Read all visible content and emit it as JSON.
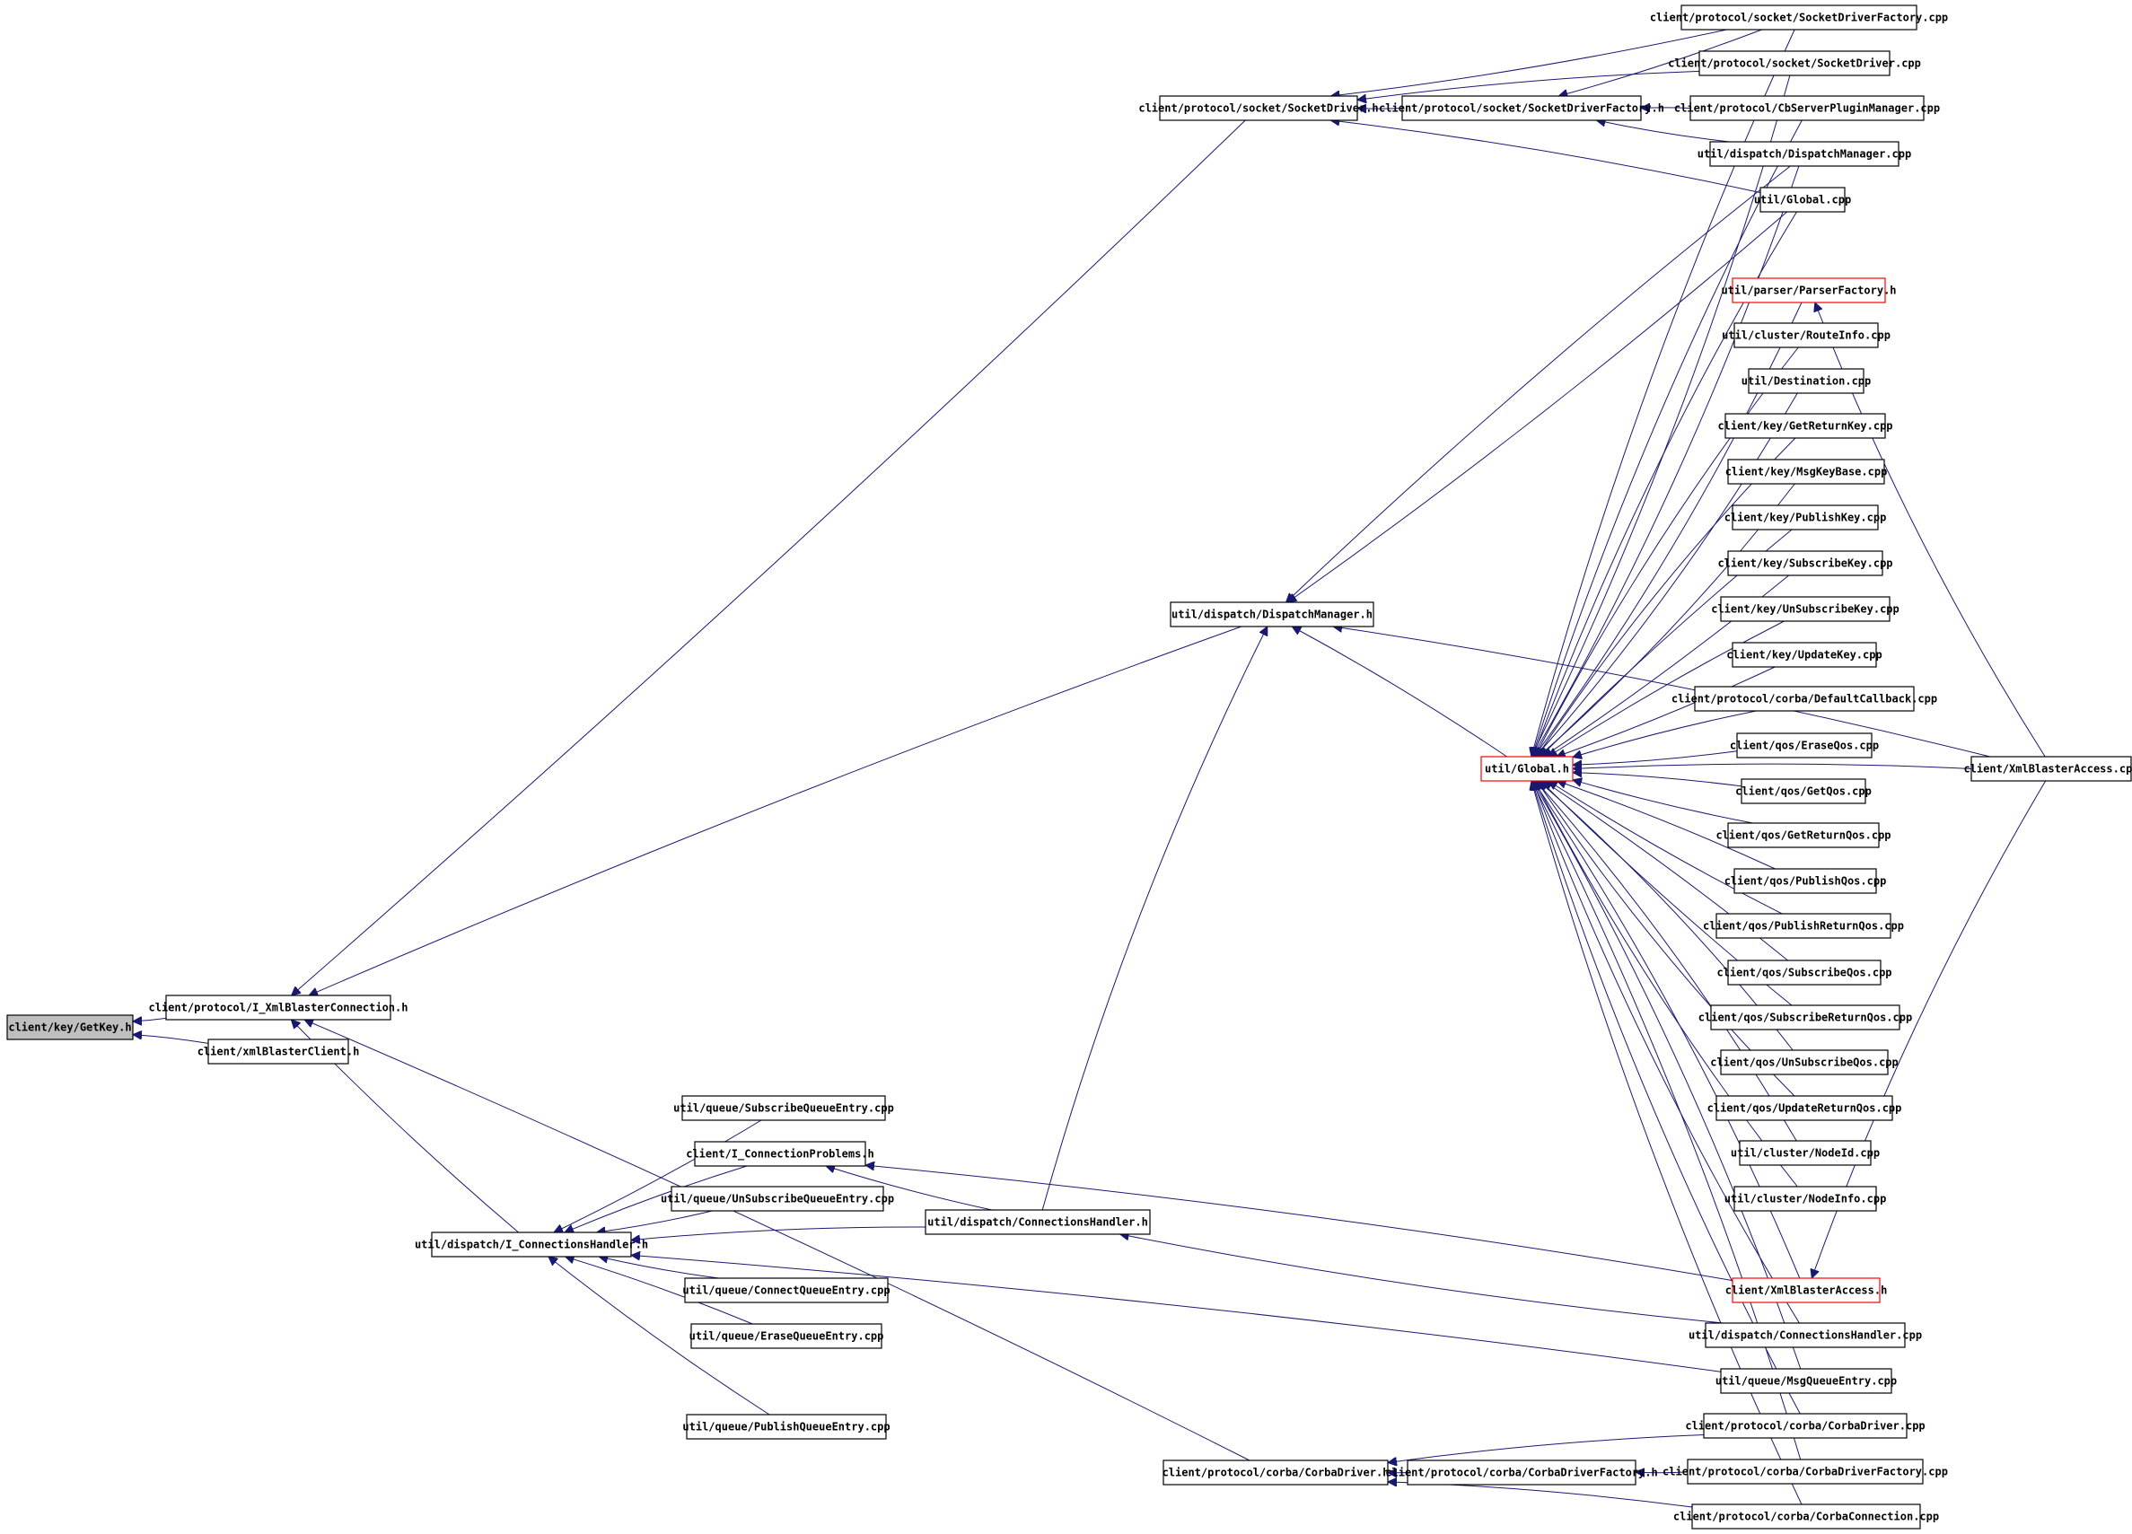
{
  "diagram": {
    "title": "",
    "nodes": [
      {
        "id": "getkey",
        "label": "client/key/GetKey.h",
        "style": "root"
      },
      {
        "id": "ixbc",
        "label": "client/protocol/I_XmlBlasterConnection.h"
      },
      {
        "id": "xbclient",
        "label": "client/xmlBlasterClient.h"
      },
      {
        "id": "sockdrv_h",
        "label": "client/protocol/socket/SocketDriver.h"
      },
      {
        "id": "sockfact_h",
        "label": "client/protocol/socket/SocketDriverFactory.h"
      },
      {
        "id": "sockfact_cpp",
        "label": "client/protocol/socket/SocketDriverFactory.cpp"
      },
      {
        "id": "sockdrv_cpp",
        "label": "client/protocol/socket/SocketDriver.cpp"
      },
      {
        "id": "cbplugin",
        "label": "client/protocol/CbServerPluginManager.cpp"
      },
      {
        "id": "dispmgr_cpp",
        "label": "util/dispatch/DispatchManager.cpp"
      },
      {
        "id": "global_cpp",
        "label": "util/Global.cpp"
      },
      {
        "id": "parserfact",
        "label": "util/parser/ParserFactory.h",
        "style": "highlight"
      },
      {
        "id": "routeinfo",
        "label": "util/cluster/RouteInfo.cpp"
      },
      {
        "id": "destination",
        "label": "util/Destination.cpp"
      },
      {
        "id": "getreturnkey",
        "label": "client/key/GetReturnKey.cpp"
      },
      {
        "id": "msgkeybase",
        "label": "client/key/MsgKeyBase.cpp"
      },
      {
        "id": "publishkey",
        "label": "client/key/PublishKey.cpp"
      },
      {
        "id": "subscribekey",
        "label": "client/key/SubscribeKey.cpp"
      },
      {
        "id": "unsubscribekey",
        "label": "client/key/UnSubscribeKey.cpp"
      },
      {
        "id": "updatekey",
        "label": "client/key/UpdateKey.cpp"
      },
      {
        "id": "defaultcb",
        "label": "client/protocol/corba/DefaultCallback.cpp"
      },
      {
        "id": "global_h",
        "label": "util/Global.h",
        "style": "highlight"
      },
      {
        "id": "eraseqos",
        "label": "client/qos/EraseQos.cpp"
      },
      {
        "id": "getqos",
        "label": "client/qos/GetQos.cpp"
      },
      {
        "id": "getreturnqos",
        "label": "client/qos/GetReturnQos.cpp"
      },
      {
        "id": "publishqos",
        "label": "client/qos/PublishQos.cpp"
      },
      {
        "id": "publishreturnqos",
        "label": "client/qos/PublishReturnQos.cpp"
      },
      {
        "id": "subscribeqos",
        "label": "client/qos/SubscribeQos.cpp"
      },
      {
        "id": "subscribereturnqos",
        "label": "client/qos/SubscribeReturnQos.cpp"
      },
      {
        "id": "unsubscribeqos",
        "label": "client/qos/UnSubscribeQos.cpp"
      },
      {
        "id": "updatereturnqos",
        "label": "client/qos/UpdateReturnQos.cpp"
      },
      {
        "id": "nodeid",
        "label": "util/cluster/NodeId.cpp"
      },
      {
        "id": "nodeinfo",
        "label": "util/cluster/NodeInfo.cpp"
      },
      {
        "id": "xba_h",
        "label": "client/XmlBlasterAccess.h",
        "style": "highlight"
      },
      {
        "id": "connhandler_cpp",
        "label": "util/dispatch/ConnectionsHandler.cpp"
      },
      {
        "id": "msgqueueentry",
        "label": "util/queue/MsgQueueEntry.cpp"
      },
      {
        "id": "corbadrv_cpp",
        "label": "client/protocol/corba/CorbaDriver.cpp"
      },
      {
        "id": "corbafact_cpp",
        "label": "client/protocol/corba/CorbaDriverFactory.cpp"
      },
      {
        "id": "corbaconn_cpp",
        "label": "client/protocol/corba/CorbaConnection.cpp"
      },
      {
        "id": "xba_cpp",
        "label": "client/XmlBlasterAccess.cpp"
      },
      {
        "id": "dispmgr_h",
        "label": "util/dispatch/DispatchManager.h"
      },
      {
        "id": "iconnhandler",
        "label": "util/dispatch/I_ConnectionsHandler.h"
      },
      {
        "id": "subqueue",
        "label": "util/queue/SubscribeQueueEntry.cpp"
      },
      {
        "id": "iconnprob",
        "label": "client/I_ConnectionProblems.h"
      },
      {
        "id": "unsubqueue",
        "label": "util/queue/UnSubscribeQueueEntry.cpp"
      },
      {
        "id": "connhandler_h",
        "label": "util/dispatch/ConnectionsHandler.h"
      },
      {
        "id": "connectqueue",
        "label": "util/queue/ConnectQueueEntry.cpp"
      },
      {
        "id": "erasequeue",
        "label": "util/queue/EraseQueueEntry.cpp"
      },
      {
        "id": "publishqueue",
        "label": "util/queue/PublishQueueEntry.cpp"
      },
      {
        "id": "corbadrv_h",
        "label": "client/protocol/corba/CorbaDriver.h"
      },
      {
        "id": "corbafact_h",
        "label": "client/protocol/corba/CorbaDriverFactory.h"
      }
    ],
    "edges": [
      [
        "ixbc",
        "getkey"
      ],
      [
        "xbclient",
        "getkey"
      ],
      [
        "sockdrv_h",
        "ixbc"
      ],
      [
        "dispmgr_h",
        "ixbc"
      ],
      [
        "iconnhandler",
        "ixbc"
      ],
      [
        "corbadrv_h",
        "ixbc"
      ],
      [
        "sockfact_cpp",
        "sockdrv_h"
      ],
      [
        "sockdrv_cpp",
        "sockdrv_h"
      ],
      [
        "sockfact_h",
        "sockdrv_h"
      ],
      [
        "global_cpp",
        "sockdrv_h"
      ],
      [
        "sockfact_cpp",
        "sockfact_h"
      ],
      [
        "cbplugin",
        "sockfact_h"
      ],
      [
        "dispmgr_cpp",
        "sockfact_h"
      ],
      [
        "dispmgr_cpp",
        "dispmgr_h"
      ],
      [
        "global_cpp",
        "dispmgr_h"
      ],
      [
        "xba_cpp",
        "dispmgr_h"
      ],
      [
        "connhandler_h",
        "dispmgr_h"
      ],
      [
        "global_h",
        "dispmgr_h"
      ],
      [
        "subqueue",
        "iconnhandler"
      ],
      [
        "iconnprob",
        "iconnhandler"
      ],
      [
        "unsubqueue",
        "iconnhandler"
      ],
      [
        "connhandler_h",
        "iconnhandler"
      ],
      [
        "connectqueue",
        "iconnhandler"
      ],
      [
        "erasequeue",
        "iconnhandler"
      ],
      [
        "publishqueue",
        "iconnhandler"
      ],
      [
        "msgqueueentry",
        "iconnhandler"
      ],
      [
        "connhandler_h",
        "iconnprob"
      ],
      [
        "xba_h",
        "iconnprob"
      ],
      [
        "connhandler_cpp",
        "connhandler_h"
      ],
      [
        "corbadrv_cpp",
        "corbadrv_h"
      ],
      [
        "corbafact_h",
        "corbadrv_h"
      ],
      [
        "corbaconn_cpp",
        "corbadrv_h"
      ],
      [
        "corbafact_cpp",
        "corbafact_h"
      ],
      [
        "sockfact_cpp",
        "global_h"
      ],
      [
        "sockdrv_cpp",
        "global_h"
      ],
      [
        "cbplugin",
        "global_h"
      ],
      [
        "dispmgr_cpp",
        "global_h"
      ],
      [
        "global_cpp",
        "global_h"
      ],
      [
        "parserfact",
        "global_h"
      ],
      [
        "routeinfo",
        "global_h"
      ],
      [
        "destination",
        "global_h"
      ],
      [
        "getreturnkey",
        "global_h"
      ],
      [
        "msgkeybase",
        "global_h"
      ],
      [
        "publishkey",
        "global_h"
      ],
      [
        "subscribekey",
        "global_h"
      ],
      [
        "unsubscribekey",
        "global_h"
      ],
      [
        "updatekey",
        "global_h"
      ],
      [
        "defaultcb",
        "global_h"
      ],
      [
        "eraseqos",
        "global_h"
      ],
      [
        "getqos",
        "global_h"
      ],
      [
        "getreturnqos",
        "global_h"
      ],
      [
        "publishqos",
        "global_h"
      ],
      [
        "publishreturnqos",
        "global_h"
      ],
      [
        "subscribeqos",
        "global_h"
      ],
      [
        "subscribereturnqos",
        "global_h"
      ],
      [
        "unsubscribeqos",
        "global_h"
      ],
      [
        "updatereturnqos",
        "global_h"
      ],
      [
        "nodeid",
        "global_h"
      ],
      [
        "nodeinfo",
        "global_h"
      ],
      [
        "xba_h",
        "global_h"
      ],
      [
        "connhandler_cpp",
        "global_h"
      ],
      [
        "msgqueueentry",
        "global_h"
      ],
      [
        "corbadrv_cpp",
        "global_h"
      ],
      [
        "corbafact_cpp",
        "global_h"
      ],
      [
        "corbaconn_cpp",
        "global_h"
      ],
      [
        "xba_cpp",
        "global_h"
      ],
      [
        "xba_cpp",
        "parserfact"
      ],
      [
        "xba_cpp",
        "xba_h"
      ]
    ]
  }
}
